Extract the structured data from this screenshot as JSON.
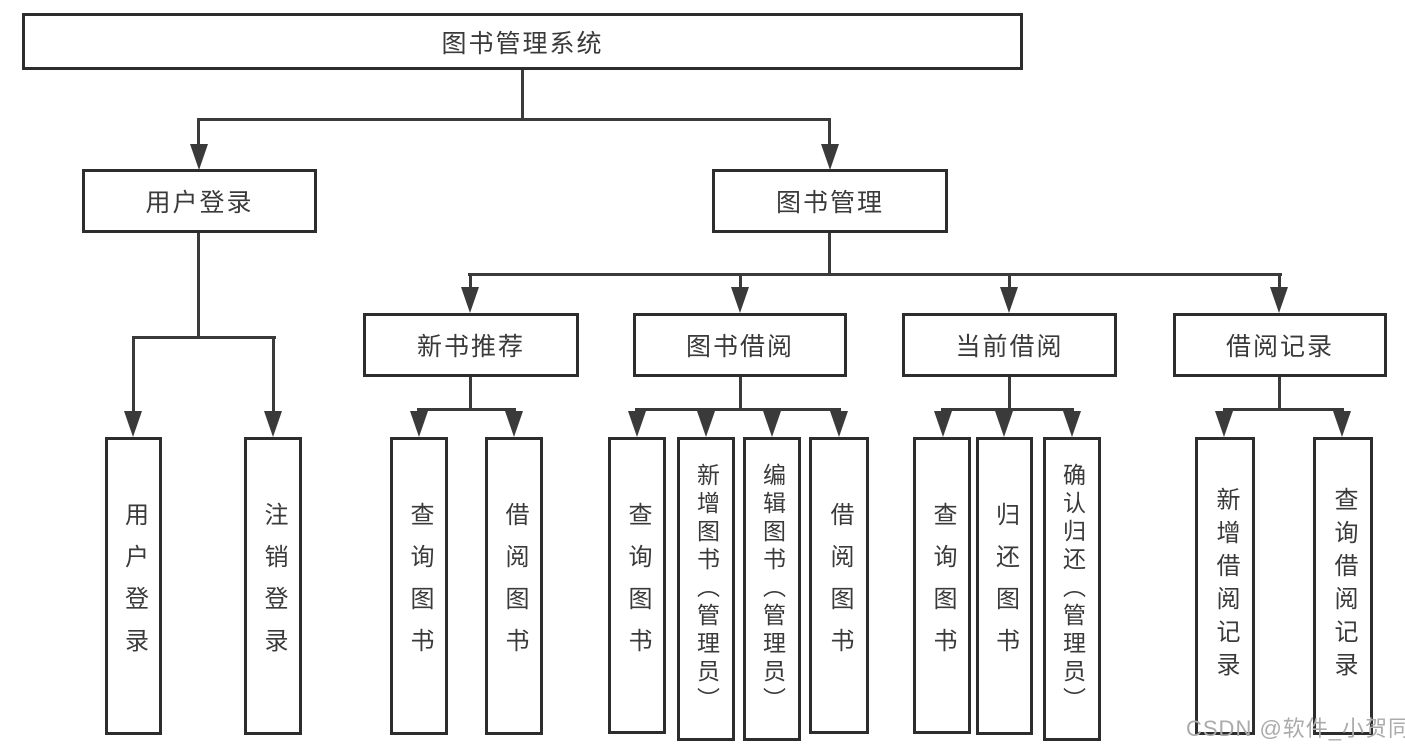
{
  "diagram": {
    "root": {
      "label": "图书管理系统"
    },
    "level1": [
      {
        "label": "用户登录",
        "children": [
          {
            "label": "用户登录"
          },
          {
            "label": "注销登录"
          }
        ]
      },
      {
        "label": "图书管理",
        "children": [
          {
            "label": "新书推荐",
            "children": [
              {
                "label": "查询图书"
              },
              {
                "label": "借阅图书"
              }
            ]
          },
          {
            "label": "图书借阅",
            "children": [
              {
                "label": "查询图书"
              },
              {
                "label": "新增图书（管理员）"
              },
              {
                "label": "编辑图书（管理员）"
              },
              {
                "label": "借阅图书"
              }
            ]
          },
          {
            "label": "当前借阅",
            "children": [
              {
                "label": "查询图书"
              },
              {
                "label": "归还图书"
              },
              {
                "label": "确认归还（管理员）"
              }
            ]
          },
          {
            "label": "借阅记录",
            "children": [
              {
                "label": "新增借阅记录"
              },
              {
                "label": "查询借阅记录"
              }
            ]
          }
        ]
      }
    ],
    "watermark": "CSDN @软件_小贺同学",
    "colors": {
      "line": "#3a3a3a",
      "box_border": "#2d2d2d",
      "text": "#3a3a3a",
      "watermark": "#ababab",
      "background": "#ffffff"
    }
  }
}
